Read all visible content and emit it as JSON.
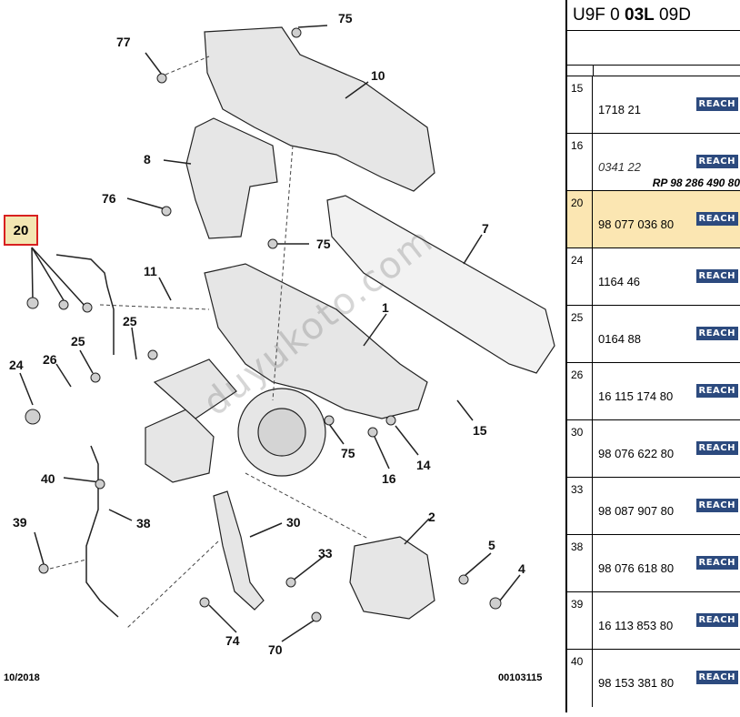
{
  "header": {
    "prefix": "U9F 0 ",
    "bold": "03L",
    "suffix": " 09D"
  },
  "highlighted_ref": "20",
  "diagram": {
    "footer_date": "10/2018",
    "footer_code": "00103115",
    "watermark": "duyukoto.com",
    "callouts": [
      "77",
      "75",
      "10",
      "8",
      "76",
      "75",
      "7",
      "20",
      "11",
      "1",
      "25",
      "24",
      "26",
      "25",
      "75",
      "15",
      "16",
      "14",
      "40",
      "39",
      "38",
      "30",
      "2",
      "33",
      "5",
      "4",
      "74",
      "70"
    ]
  },
  "rows": [
    {
      "ref": "15",
      "part": "1718 21",
      "note": "",
      "badge": "REACH",
      "italic": false
    },
    {
      "ref": "16",
      "part": "0341 22",
      "note": "RP 98 286 490 80",
      "badge": "REACH",
      "italic": true
    },
    {
      "ref": "20",
      "part": "98 077 036 80",
      "note": "",
      "badge": "REACH",
      "italic": false,
      "selected": true
    },
    {
      "ref": "24",
      "part": "1164 46",
      "note": "",
      "badge": "REACH",
      "italic": false
    },
    {
      "ref": "25",
      "part": "0164 88",
      "note": "",
      "badge": "REACH",
      "italic": false
    },
    {
      "ref": "26",
      "part": "16 115 174 80",
      "note": "",
      "badge": "REACH",
      "italic": false
    },
    {
      "ref": "30",
      "part": "98 076 622 80",
      "note": "",
      "badge": "REACH",
      "italic": false
    },
    {
      "ref": "33",
      "part": "98 087 907 80",
      "note": "",
      "badge": "REACH",
      "italic": false
    },
    {
      "ref": "38",
      "part": "98 076 618 80",
      "note": "",
      "badge": "REACH",
      "italic": false
    },
    {
      "ref": "39",
      "part": "16 113 853 80",
      "note": "",
      "badge": "REACH",
      "italic": false
    },
    {
      "ref": "40",
      "part": "98 153 381 80",
      "note": "",
      "badge": "REACH",
      "italic": false
    }
  ]
}
